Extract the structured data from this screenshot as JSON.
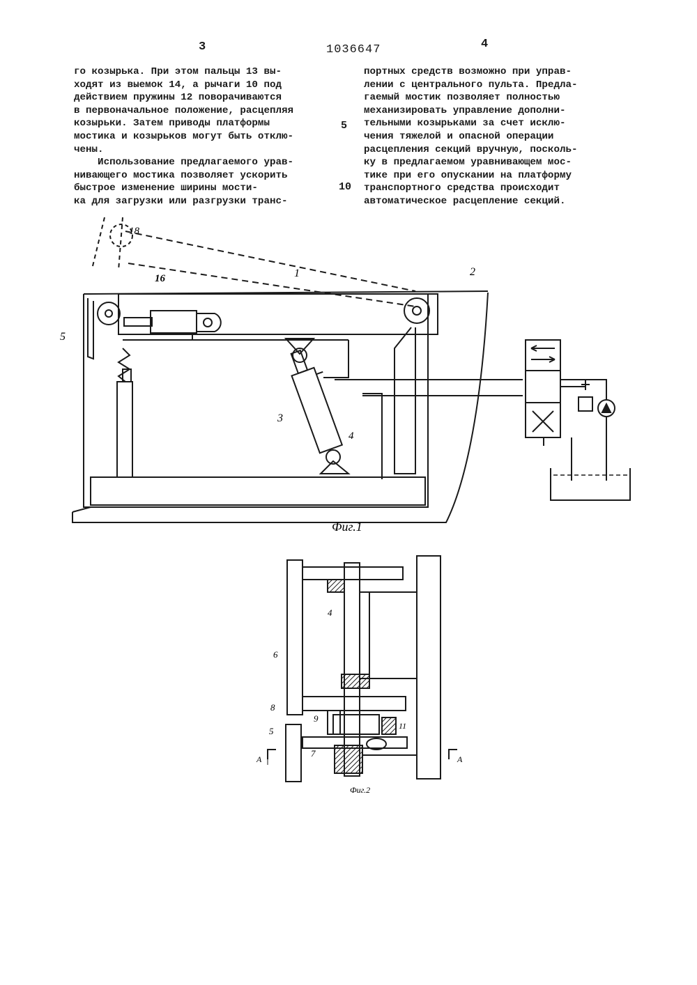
{
  "header": {
    "page_left": "3",
    "page_right": "4",
    "patent_number": "1036647"
  },
  "left_column": [
    "го козырька. При этом пальцы 13 вы-",
    "ходят из выемок 14, а рычаги 10 под",
    "действием пружины 12 поворачиваются",
    "в первоначальное положение, расцепляя",
    "козырьки. Затем приводы платформы",
    "мостика и козырьков могут быть отклю-",
    "чены.",
    "    Использование предлагаемого урав-",
    "нивающего мостика позволяет ускорить",
    "быстрое изменение ширины мости-",
    "ка для загрузки или разгрузки транс-"
  ],
  "right_column": [
    "портных средств возможно при управ-",
    "лении с центрального пульта. Предла-",
    "гаемый мостик позволяет полностью",
    "механизировать управление дополни-",
    "тельными козырьками за счет исклю-",
    "чения тяжелой и опасной операции",
    "расцепления секций вручную, посколь-",
    "ку в предлагаемом уравнивающем мос-",
    "тике при его опускании на платформу",
    "транспортного средства происходит",
    "автоматическое расцепление секций."
  ],
  "margin_numbers": {
    "five": "5",
    "ten": "10"
  },
  "fig1": {
    "caption": "Фиг.1",
    "labels": {
      "l1": "1",
      "l2": "2",
      "l3": "3",
      "l4": "4",
      "l5": "5",
      "l16": "16",
      "l18": "18"
    }
  },
  "fig2": {
    "caption": "Фиг.2",
    "labels": {
      "l4": "4",
      "l5": "5",
      "l6": "6",
      "l7": "7",
      "l8": "8",
      "l9": "9",
      "l11": "11",
      "sectionA": "A"
    }
  }
}
